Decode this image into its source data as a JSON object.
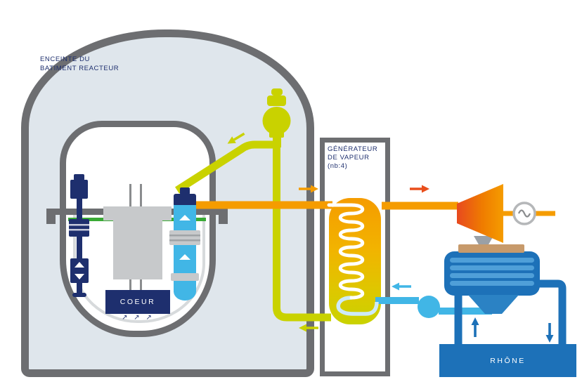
{
  "labels": {
    "containment": {
      "line1": "ENCEINTE DU",
      "line2": "BATIMENT REACTEUR"
    },
    "steam_generator": {
      "line1": "GÉNÉRATEUR",
      "line2": "DE VAPEUR",
      "line3": "(nb:4)"
    },
    "core": "COEUR",
    "river": "RHÔNE",
    "core_flow_arrows": "↗ ↗ ↗"
  },
  "colors": {
    "navy": "#1e2f6e",
    "structure_gray": "#6d6e71",
    "containment_fill": "#dfe6ec",
    "chartreuse": "#c9d200",
    "orange": "#f59c00",
    "red_orange": "#e94e1b",
    "light_blue": "#41b6e6",
    "condenser_blue": "#1d71b8",
    "green": "#3aaa35",
    "tan": "#c79a6b"
  }
}
